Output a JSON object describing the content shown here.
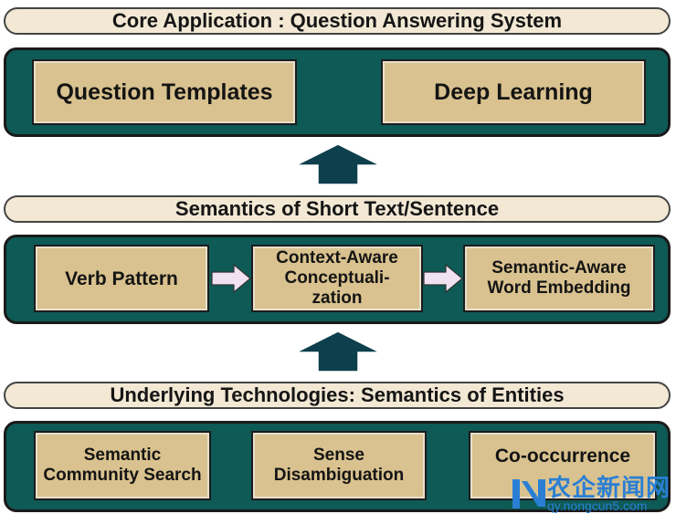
{
  "top": {
    "header": "Core Application : Question Answering System",
    "boxes": [
      "Question Templates",
      "Deep Learning"
    ]
  },
  "middle": {
    "header": "Semantics of Short Text/Sentence",
    "boxes": [
      "Verb Pattern",
      "Context-Aware Conceptuali- zation",
      "Semantic-Aware Word Embedding"
    ]
  },
  "bottom": {
    "header": "Underlying Technologies: Semantics of Entities",
    "boxes": [
      "Semantic Community Search",
      "Sense Disambiguation",
      "Co-occurrence"
    ]
  },
  "watermark": {
    "cn": "农企新闻网",
    "url": "qy.nongcun5.com"
  },
  "colors": {
    "band": "#0e5a56",
    "box": "#d9c28f",
    "pill": "#f2e8d4",
    "arrow_up": "#0d3f4c",
    "arrow_right": "#f0e2f0"
  }
}
